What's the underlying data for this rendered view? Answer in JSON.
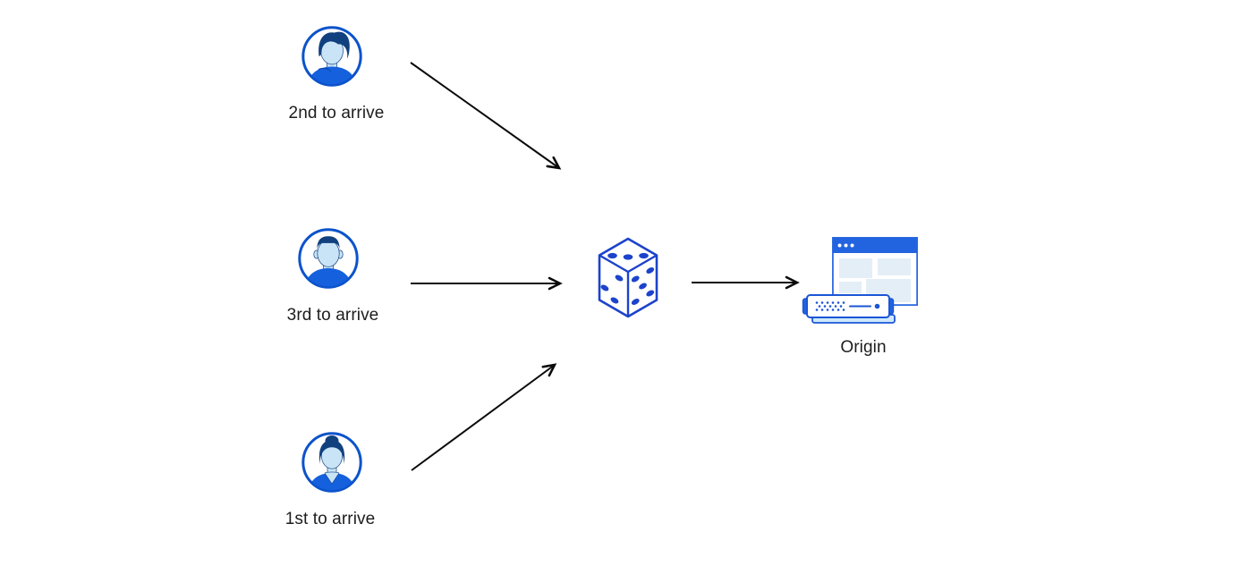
{
  "nodes": {
    "client_top": {
      "label": "2nd to arrive",
      "icon": "male-user-avatar"
    },
    "client_middle": {
      "label": "3rd to arrive",
      "icon": "male-user-avatar"
    },
    "client_bottom": {
      "label": "1st to arrive",
      "icon": "female-user-avatar"
    },
    "selector": {
      "icon": "dice-icon"
    },
    "origin": {
      "label": "Origin",
      "icon": "origin-server-icon"
    }
  },
  "colors": {
    "dice_blue": "#1c43cb",
    "avatar_ring_blue": "#0c53cb",
    "hair_navy": "#11407f",
    "skin_light_blue": "#c9e4f6",
    "shirt_blue": "#1560dd",
    "window_bar_blue": "#2264e0",
    "window_border_blue": "#2e6ae0",
    "panel_light_blue": "#e4eef6",
    "server_border_blue": "#1b55d6",
    "server_base_light": "#cfe9fb",
    "arrow_color": "#0a0a0a",
    "label_text": "#1d1d1f",
    "background": "#ffffff"
  }
}
